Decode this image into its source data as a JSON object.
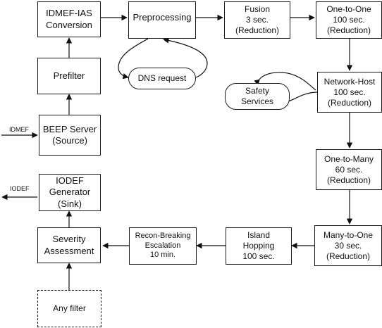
{
  "nodes": {
    "idmef_ias": {
      "lines": [
        "IDMEF-IAS",
        "Conversion"
      ]
    },
    "preprocessing": {
      "lines": [
        "Preprocessing"
      ]
    },
    "fusion": {
      "lines": [
        "Fusion",
        "3 sec.",
        "(Reduction)"
      ]
    },
    "one_to_one": {
      "lines": [
        "One-to-One",
        "100 sec.",
        "(Reduction)"
      ]
    },
    "prefilter": {
      "lines": [
        "Prefilter"
      ]
    },
    "dns_request": {
      "lines": [
        "DNS request"
      ]
    },
    "safety_services": {
      "lines": [
        "Safety",
        "Services"
      ]
    },
    "network_host": {
      "lines": [
        "Network-Host",
        "100 sec.",
        "(Reduction)"
      ]
    },
    "beep_server": {
      "lines": [
        "BEEP Server",
        "(Source)"
      ]
    },
    "one_to_many": {
      "lines": [
        "One-to-Many",
        "60 sec.",
        "(Reduction)"
      ]
    },
    "iodef_generator": {
      "lines": [
        "IODEF",
        "Generator",
        "(Sink)"
      ]
    },
    "severity": {
      "lines": [
        "Severity",
        "Assessment"
      ]
    },
    "recon_breaking": {
      "lines": [
        "Recon-Breaking",
        "Escalation",
        "10 min."
      ]
    },
    "island_hopping": {
      "lines": [
        "Island",
        "Hopping",
        "100 sec."
      ]
    },
    "many_to_one": {
      "lines": [
        "Many-to-One",
        "30 sec.",
        "(Reduction)"
      ]
    },
    "any_filter": {
      "lines": [
        "Any filter"
      ]
    }
  },
  "edge_labels": {
    "idmef_in": "IDMEF",
    "iodef_out": "IODEF"
  }
}
